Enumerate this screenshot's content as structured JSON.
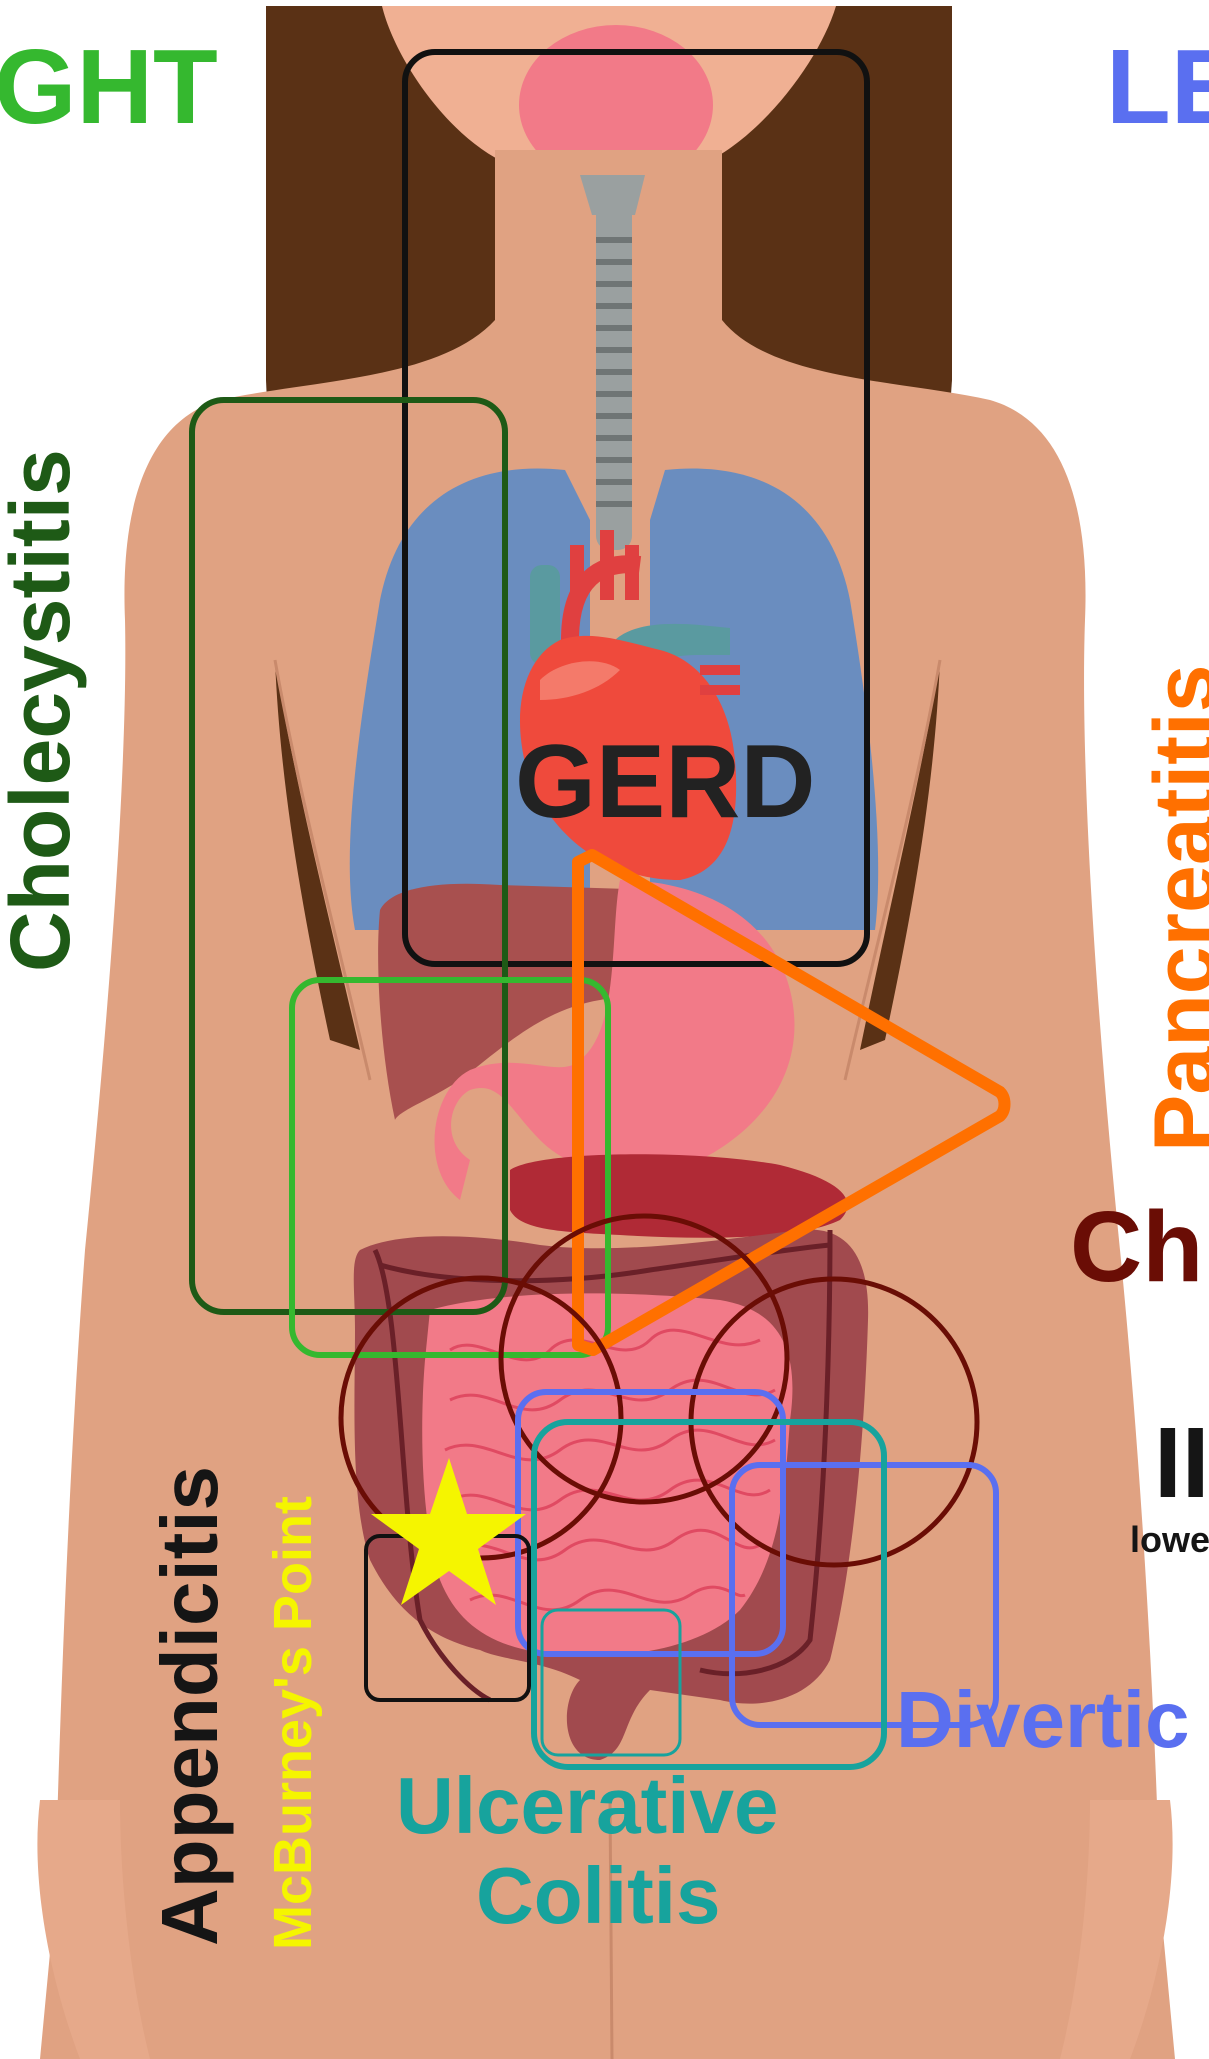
{
  "sides": {
    "right": "GHT",
    "left": "LE"
  },
  "regions": {
    "gerd": "GERD",
    "cholecystitis": "Cholecystitis",
    "pancreatitis": "Pancreatitis",
    "crohns": "Ch",
    "ibs": "II",
    "ibs_sub": "lowe",
    "appendicitis": "Appendicitis",
    "mcburney": "McBurney's Point",
    "ulcerative_line1": "Ulcerative",
    "ulcerative_line2": "Colitis",
    "diverticulitis": "Divertic"
  },
  "colors": {
    "right_side": "#35b82f",
    "left_side": "#5a6ff0",
    "gerd": "#111111",
    "cholecystitis": "#1e5a16",
    "pancreatitis": "#ff7000",
    "crohns": "#6a0d05",
    "ibs": "#151515",
    "appendicitis": "#151515",
    "mcburney": "#f5f500",
    "ulcerative_colitis": "#17a39d",
    "diverticulitis": "#5a6ff0",
    "skin": "#e0a282",
    "hair": "#5a3115"
  }
}
